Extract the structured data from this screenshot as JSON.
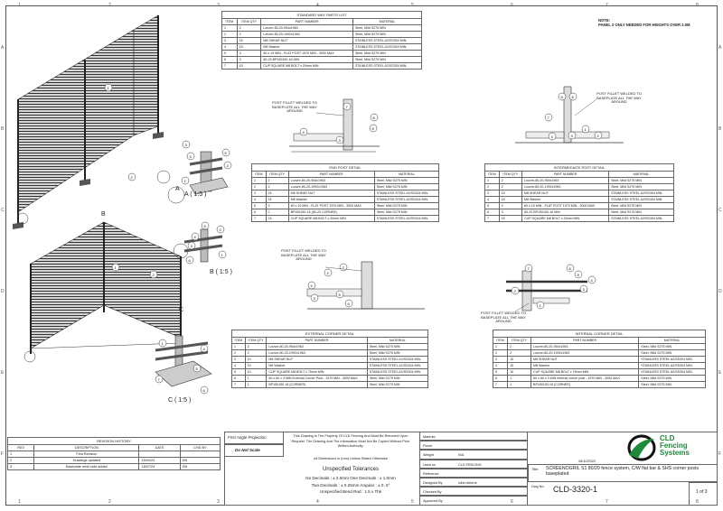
{
  "zones": {
    "top": [
      "1",
      "2",
      "3",
      "4",
      "5",
      "6",
      "7",
      "8"
    ],
    "left": [
      "A",
      "B",
      "C",
      "D",
      "E",
      "F"
    ]
  },
  "note": {
    "title": "NOTE:",
    "text": "PANEL 2 ONLY NEEDED FOR HEIGHTS OVER 2.0M"
  },
  "headers": {
    "item": "ITEM",
    "item_qty": "ITEM QTY",
    "part_number": "PART NUMBER",
    "material": "MATERIAL"
  },
  "standard_parts": {
    "title": "STANDARD WAY PARTS LIST",
    "rows": [
      [
        "1",
        "2",
        "Louvre-80-20-954x1963",
        "Steel, Mild S275 MIN"
      ],
      [
        "2",
        "2",
        "Louvre-80-20-1992x1963",
        "Steel, Mild S275 MIN"
      ],
      [
        "3",
        "15",
        "M8 SHEAR NUT",
        "STAINLESS STEEL A2/SS304 MIN."
      ],
      [
        "4",
        "15",
        "M8 Washer",
        "STAINLESS STEEL A2/SS304 MIN."
      ],
      [
        "5",
        "3",
        "80 x 10 MIN - FLAT POST 1970 MIN - 3000 MAX",
        "Steel, Mild S275 MIN"
      ],
      [
        "6",
        "3",
        "80-20 BP150150-16 MIN",
        "Steel, Mild S275 MIN"
      ],
      [
        "7",
        "15",
        "CUP SQUARE M8 BOLT x 20mm MIN",
        "STAINLESS STEEL A2/SS304 MIN."
      ]
    ]
  },
  "end_post": {
    "title": "END POST DETAIL",
    "rows": [
      [
        "1",
        "2",
        "Louvre-80-20-954x1963",
        "Steel, Mild S275 MIN"
      ],
      [
        "2",
        "2",
        "Louvre-80-20-1992x1963",
        "Steel, Mild S275 MIN"
      ],
      [
        "3",
        "15",
        "M8 SHEAR NUT",
        "STAINLESS STEEL A2/SS304 MIN."
      ],
      [
        "4",
        "15",
        "M8 Washer",
        "STAINLESS STEEL A2/SS304 MIN."
      ],
      [
        "5",
        "3",
        "80 x 10 MIN - FLAT POST 1970 MIN - 3000 MAX",
        "Steel, Mild S275 MIN"
      ],
      [
        "6",
        "2",
        "BP150150-16 (80-20 CORNER)",
        "Steel, Mild S275 MIN"
      ],
      [
        "7",
        "15",
        "CUP SQUARE M8 BOLT x 20mm MIN",
        "STAINLESS STEEL A2/SS304 MIN."
      ]
    ]
  },
  "intermediate_post": {
    "title": "INTERMEDIATE POST DETAIL",
    "rows": [
      [
        "1",
        "2",
        "Louvre-80-20-954x1963",
        "Steel, Mild S275 MIN"
      ],
      [
        "2",
        "2",
        "Louvre-80-20-1992x1963",
        "Steel, Mild S275 MIN"
      ],
      [
        "3",
        "15",
        "M8 SHEAR NUT",
        "STAINLESS STEEL A2/SS304 MIN."
      ],
      [
        "4",
        "15",
        "M8 Washer",
        "STAINLESS STEEL A2/SS304 MIN."
      ],
      [
        "5",
        "3",
        "80 x 10 MIN - FLAT POST 1970 MIN - 3000 MAX",
        "Steel, Mild S275 MIN"
      ],
      [
        "6",
        "3",
        "80-20 BP150150-16 MIN",
        "Steel, Mild S275 MIN"
      ],
      [
        "7",
        "15",
        "CUP SQUARE M8 BOLT x 20mm MIN",
        "STAINLESS STEEL A2/SS304 MIN."
      ]
    ]
  },
  "external_corner": {
    "title": "EXTERNAL CORNER DETAIL",
    "rows": [
      [
        "1",
        "2",
        "Louvre-80-20-954x1963",
        "Steel, Mild S275 MIN"
      ],
      [
        "2",
        "2",
        "Louvre-80-20-1992x1963",
        "Steel, Mild S275 MIN"
      ],
      [
        "3",
        "10",
        "M8 SHEAR NUT",
        "STAINLESS STEEL A2/SS304 MIN."
      ],
      [
        "4",
        "10",
        "M8 Washer",
        "STAINLESS STEEL A2/SS304 MIN."
      ],
      [
        "5",
        "10",
        "CUP SQUARE M8 BOLT x 75mm MIN",
        "STAINLESS STEEL A2/SS304 MIN."
      ],
      [
        "6",
        "1",
        "60 x 60 x 3 MIN External Corner Post - 1970 MIN - 3000 MAX",
        "Steel, Mild S275 MIN"
      ],
      [
        "7",
        "1",
        "BP150150-16 (CORNER)",
        "Steel, Mild S275 MIN"
      ]
    ]
  },
  "internal_corner": {
    "title": "INTERNAL CORNER DETAIL",
    "rows": [
      [
        "1",
        "2",
        "Louvre-80-20-954x1963",
        "Steel, Mild S275 MIN"
      ],
      [
        "2",
        "2",
        "Louvre-80-20-1992x1963",
        "Steel, Mild S275 MIN"
      ],
      [
        "3",
        "10",
        "M8 SHEAR NUT",
        "STAINLESS STEEL A2/SS304 MIN."
      ],
      [
        "4",
        "10",
        "M8 Washer",
        "STAINLESS STEEL A2/SS304 MIN."
      ],
      [
        "5",
        "10",
        "CUP SQUARE M8 BOLT x 75mm MIN",
        "STAINLESS STEEL A2/SS304 MIN."
      ],
      [
        "6",
        "1",
        "60 x 60 x 3 MIN Internal corner post - 1970 MIN - 3000 MAX",
        "Steel, Mild S275 MIN"
      ],
      [
        "7",
        "1",
        "BP150150-16 (CORNER)",
        "Steel, Mild S275 MIN"
      ]
    ]
  },
  "weld_note": "POST FILLET WELDED TO BASEPLATE ALL THE WAY AROUND",
  "views": {
    "a": "A",
    "a_detail": "A ( 1:5 )",
    "b": "B",
    "b_detail": "B ( 1:5 )",
    "c": "C",
    "c_detail": "C ( 1:5 )"
  },
  "revision": {
    "title": "REVISION HISTORY",
    "headers": [
      "REV",
      "DESCRIPTION",
      "DATE",
      "CHD BY"
    ],
    "rows": [
      [
        "1",
        "First Revision",
        "",
        ""
      ],
      [
        "2",
        "Drawings updated",
        "15/04/24",
        "DB"
      ],
      [
        "3",
        "Baseplate weld note added",
        "18/07/24",
        "DB"
      ]
    ]
  },
  "title_block": {
    "projection": "First Angle Projection",
    "do_not_scale": "Do Not Scale",
    "property_note": "This Drawing Is The Property Of CLD Fencing And Must Be Returned Upon Request. The Drawing And The Information Must Not Be Copied Without Prior Written Authority.",
    "dims_note": "All Dimensions in (mm) Unless Stated Otherwise",
    "tol_title": "Unspecified Tolerances",
    "tol_rows": [
      "No Decimals : ± 2.0mm    One Decimals : ± 1.0mm",
      "Two Decimals : ± 0.25mm    Angular : ± 0. 5°",
      "Unspecified Bend Rad : 1.5 x Thk"
    ],
    "fields": [
      {
        "label": "Material",
        "value": ""
      },
      {
        "label": "Finish",
        "value": ""
      },
      {
        "label": "Weight",
        "value": "N/A"
      },
      {
        "label": "Used on",
        "value": "CLD FENCING"
      },
      {
        "label": "Reference",
        "value": ""
      },
      {
        "label": "Designed By",
        "value": "robin.fielene"
      },
      {
        "label": "Checked By",
        "value": ""
      },
      {
        "label": "Approved By",
        "value": ""
      }
    ],
    "date": "26/10/2022",
    "title_label": "Title:",
    "title": "SCREENOGRIL S1 80/20 fence system, C/W flat bar & SHS corner posts baseplated",
    "dwg_no_label": "Dwg No:",
    "dwg_no": "CLD-3320-1",
    "sheet": "1 of 3",
    "logo_line1": "CLD",
    "logo_line2": "Fencing",
    "logo_line3": "Systems"
  },
  "colors": {
    "logo_green": "#1f8a3a",
    "ink": "#222222"
  }
}
